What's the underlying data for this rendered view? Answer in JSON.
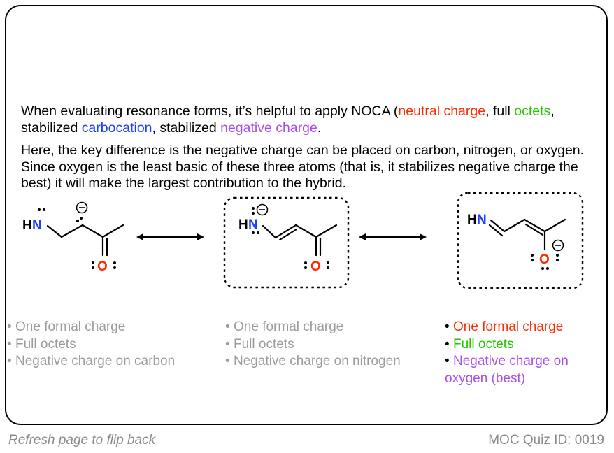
{
  "paragraph1": {
    "before": "When evaluating resonance forms, it’s helpful to apply NOCA (",
    "neutral": "neutral charge",
    "sep1": ", full ",
    "octets": "octets",
    "sep2": ", stabilized ",
    "carbocation": "carbocation",
    "sep3": ", stabilized ",
    "negative": "negative charge",
    "end": "."
  },
  "paragraph2": "Here, the key difference is the negative charge can be placed on carbon, nitrogen, or oxygen. Since oxygen is the least basic of these three atoms (that is, it stabilizes negative charge the best) it will make the largest contribution to the hybrid.",
  "structures": {
    "atoms": {
      "hn": "HN",
      "h": "H",
      "n": "N",
      "o": "O",
      "minus": "−"
    }
  },
  "lists": {
    "left": [
      "One formal charge",
      "Full octets",
      "Negative charge on carbon"
    ],
    "middle": [
      "One formal charge",
      "Full octets",
      "Negative charge on nitrogen"
    ],
    "right": [
      "One formal charge",
      "Full octets",
      "Negative charge on",
      "oxygen (best)"
    ],
    "bullet": "•"
  },
  "colors": {
    "red": "#ff2a00",
    "green": "#22c800",
    "blue": "#1a3dff",
    "purple": "#a94fe6",
    "grey": "#9b9b9b"
  },
  "footer": {
    "left": "Refresh page to flip back",
    "right": "MOC Quiz ID: 0019"
  }
}
